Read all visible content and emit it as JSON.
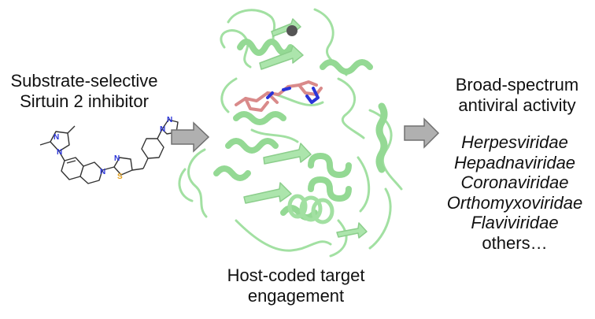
{
  "left_title": [
    "Substrate-selective",
    "Sirtuin 2 inhibitor"
  ],
  "right_title": [
    "Broad-spectrum",
    "antiviral activity"
  ],
  "virus_families": [
    "Herpesviridae",
    "Hepadnaviridae",
    "Coronaviridae",
    "Orthomyxoviridae",
    "Flaviviridae"
  ],
  "others_label": "others…",
  "bottom_caption": [
    "Host-coded target",
    "engagement"
  ],
  "molecule_atoms": [
    "N",
    "N",
    "N",
    "N",
    "S",
    "N",
    "N"
  ],
  "colors": {
    "protein": "#9edf9e",
    "protein_dark": "#7ccc7c",
    "ligand": "#d98a8a",
    "nitrogen": "#2a34d8",
    "sulfur": "#e6a21e",
    "arrow_fill": "#b0b0b0",
    "arrow_stroke": "#707070",
    "metal_ion": "#555555"
  }
}
